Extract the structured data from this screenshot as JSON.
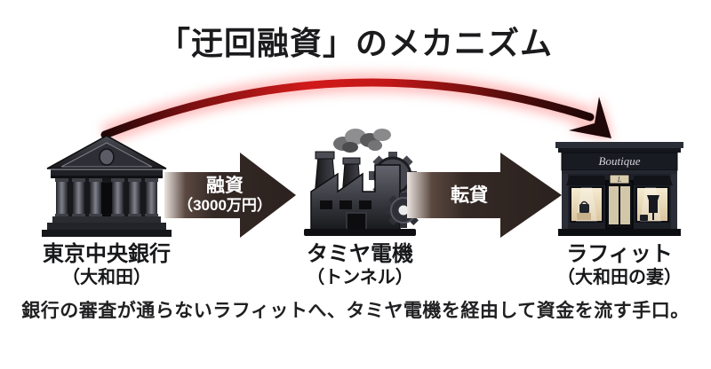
{
  "title": "「迂回融資」のメカニズム",
  "caption": "銀行の審査が通らないラフィットへ、タミヤ電機を経由して資金を流す手口。",
  "nodes": [
    {
      "id": "bank",
      "label": "東京中央銀行",
      "sub": "（大和田）"
    },
    {
      "id": "factory",
      "label": "タミヤ電機",
      "sub": "（トンネル）"
    },
    {
      "id": "boutique",
      "label": "ラフィット",
      "sub": "（大和田の妻）"
    }
  ],
  "flow_arrows": [
    {
      "label": "融資",
      "sub": "（3000万円）"
    },
    {
      "label": "転貸",
      "sub": ""
    }
  ],
  "bypass_arrow": {
    "meaning": "bank-to-boutique-direct-bypass"
  },
  "boutique_sign": "Boutique",
  "colors": {
    "background": "#ffffff",
    "text": "#1a1a1c",
    "arrow_body": "#2e2522",
    "arrow_text": "#ffffff",
    "bypass_red": "#cf1b1b"
  }
}
